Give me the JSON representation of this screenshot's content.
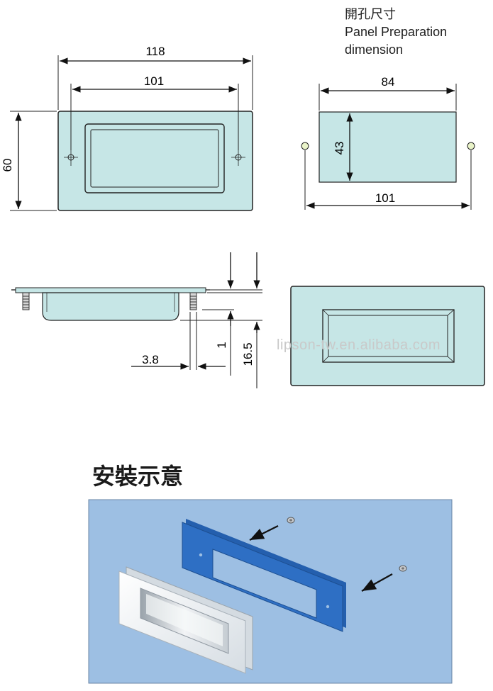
{
  "panel_prep": {
    "title_zh": "開孔尺寸",
    "title_en_1": "Panel Preparation",
    "title_en_2": "dimension"
  },
  "dimensions": {
    "overall_width": "118",
    "hole_spacing": "101",
    "height": "60",
    "cutout_width": "84",
    "cutout_height": "43",
    "cutout_hole_spacing": "101",
    "flange_thickness": "3.8",
    "depth_small": "1",
    "depth_total": "16.5"
  },
  "watermark": "lipson-tw.en.alibaba.com",
  "install": {
    "heading": "安裝示意"
  },
  "colors": {
    "part_fill": "#c6e6e6",
    "install_bg": "#9dbfe3",
    "blue_plate": "#2e6fc4"
  }
}
